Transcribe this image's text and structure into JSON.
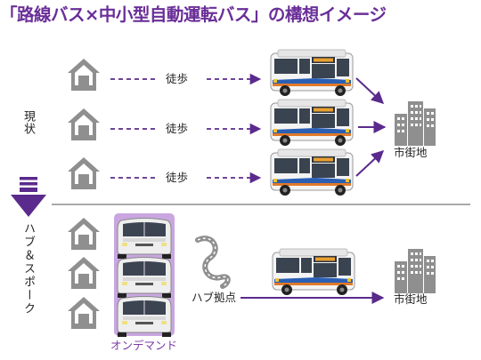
{
  "title": "「路線バス×中小型自動運転バス」の構想イメージ",
  "current": {
    "section_label": "現状",
    "walk_label": "徒歩",
    "destination_label": "市街地"
  },
  "transition_label": "ハブ＆スポーク",
  "future": {
    "on_demand_label": "オンデマンド",
    "hub_label": "ハブ拠点",
    "destination_label": "市街地"
  },
  "colors": {
    "title": "#6a2e98",
    "accent": "#5a2a8c",
    "on_demand_panel": "#c9a6e0",
    "icon_gray": "#8f8f8f"
  }
}
